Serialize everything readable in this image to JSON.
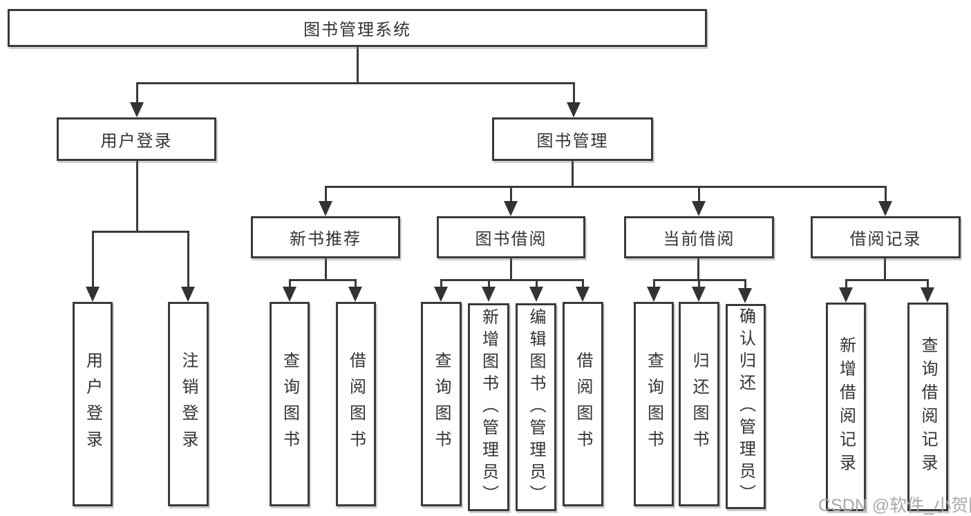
{
  "diagram_type": "hierarchy-tree",
  "tree": {
    "label": "图书管理系统",
    "children": [
      {
        "label": "用户登录",
        "children": [
          {
            "label": "用户登录"
          },
          {
            "label": "注销登录"
          }
        ]
      },
      {
        "label": "图书管理",
        "children": [
          {
            "label": "新书推荐",
            "children": [
              {
                "label": "查询图书"
              },
              {
                "label": "借阅图书"
              }
            ]
          },
          {
            "label": "图书借阅",
            "children": [
              {
                "label": "查询图书"
              },
              {
                "label": "新增图书（管理员）"
              },
              {
                "label": "编辑图书（管理员）"
              },
              {
                "label": "借阅图书"
              }
            ]
          },
          {
            "label": "当前借阅",
            "children": [
              {
                "label": "查询图书"
              },
              {
                "label": "归还图书"
              },
              {
                "label": "确认归还（管理员）"
              }
            ]
          },
          {
            "label": "借阅记录",
            "children": [
              {
                "label": "新增借阅记录"
              },
              {
                "label": "查询借阅记录"
              }
            ]
          }
        ]
      }
    ]
  },
  "watermark": {
    "text": "CSDN @软件_小贺同学"
  },
  "colors": {
    "line": "#3a3a3a",
    "text": "#333333",
    "box_background": "#ffffff",
    "watermark": "#a8a8a8",
    "background": "#ffffff"
  }
}
